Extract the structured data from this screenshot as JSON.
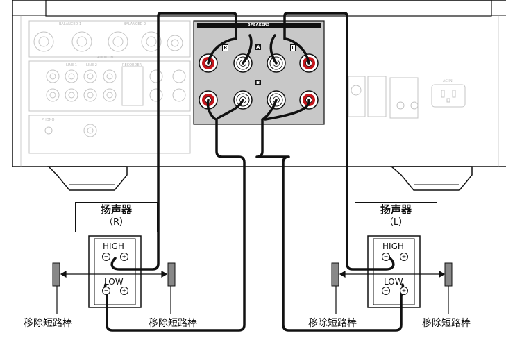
{
  "speakers_panel": {
    "title": "SPEAKERS",
    "marks": [
      "A",
      "B",
      "R",
      "L"
    ]
  },
  "speaker_left_box": {
    "title": "扬声器",
    "channel": "（R）"
  },
  "speaker_right_box": {
    "title": "扬声器",
    "channel": "（L）"
  },
  "high_label": "HIGH",
  "low_label": "LOW",
  "remove_bar_label": "移除短路棒",
  "faded_panel_labels": [
    "BALANCED 1",
    "BALANCED 2",
    "AUDIO IN",
    "LINE 1",
    "LINE 2",
    "RECORDER",
    "PHONO",
    "AC IN"
  ]
}
